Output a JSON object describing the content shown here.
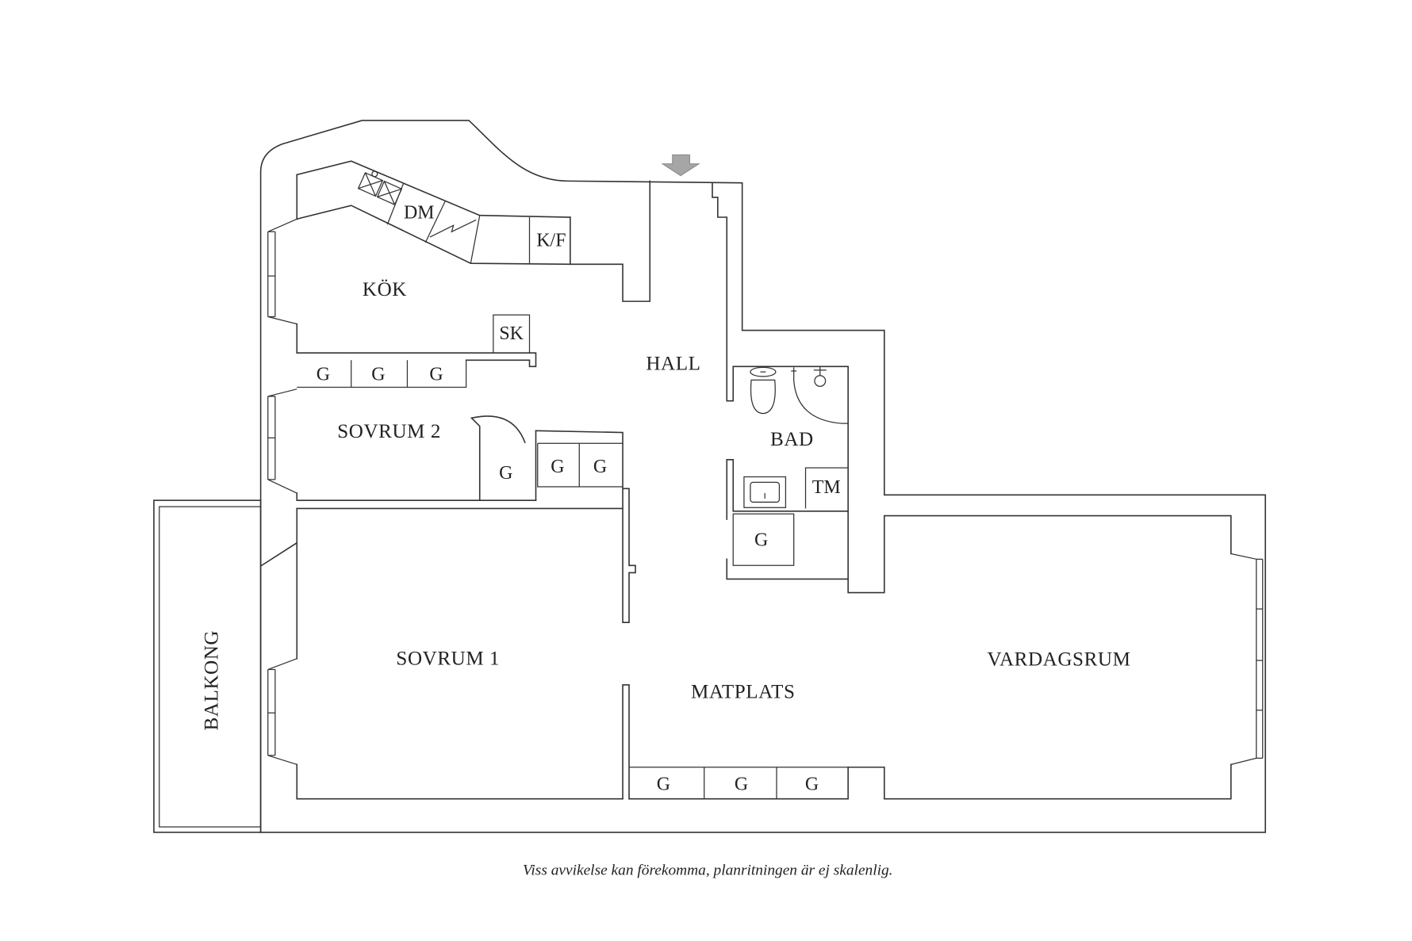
{
  "rooms": {
    "kok": "KÖK",
    "hall": "HALL",
    "sovrum2": "SOVRUM 2",
    "bad": "BAD",
    "sovrum1": "SOVRUM 1",
    "matplats": "MATPLATS",
    "vardagsrum": "VARDAGSRUM",
    "balkong": "BALKONG"
  },
  "fixtures": {
    "dm": "DM",
    "kf": "K/F",
    "sk": "SK",
    "tm": "TM"
  },
  "closets": [
    "G",
    "G",
    "G",
    "G",
    "G",
    "G",
    "G",
    "G",
    "G",
    "G"
  ],
  "note": "Viss avvikelse kan förekomma, planritningen är ej skalenlig.",
  "colors": {
    "lines": "#333333",
    "entrance_arrow": "#a6a6a6",
    "background": "#ffffff"
  }
}
